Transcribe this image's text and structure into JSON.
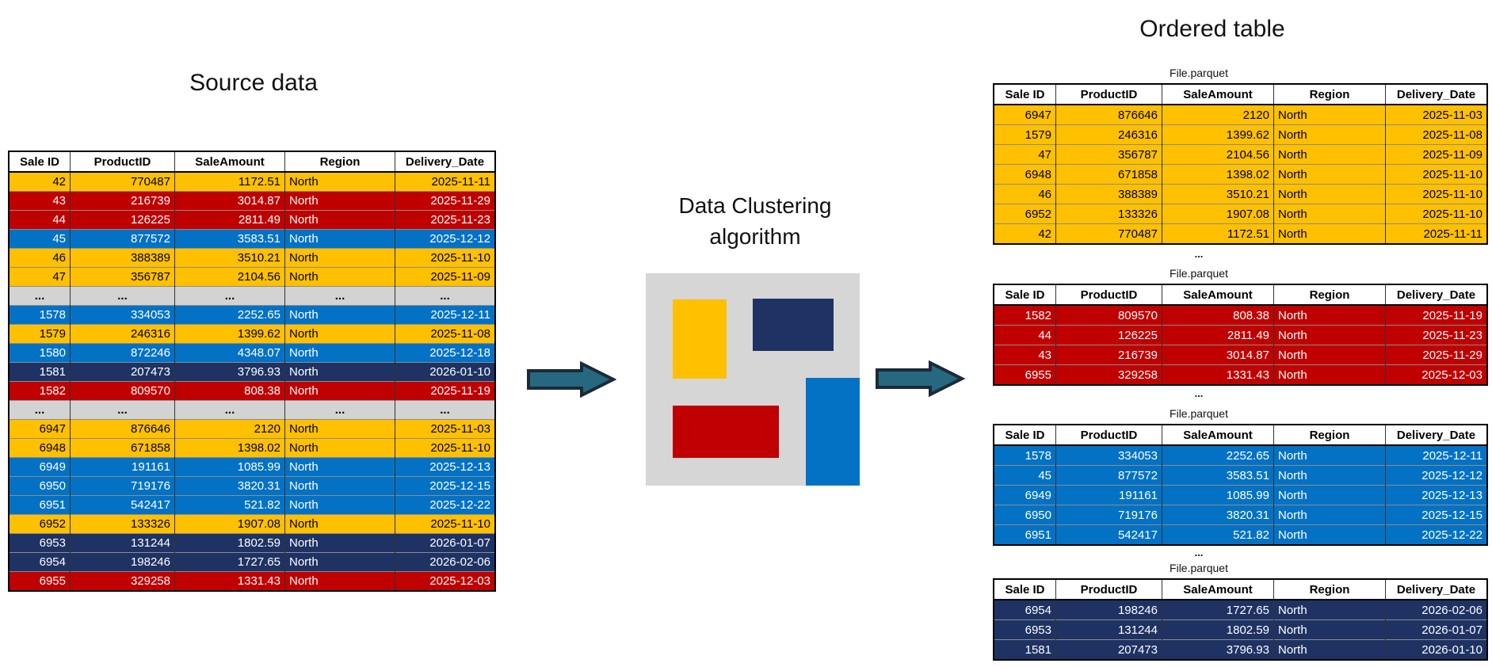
{
  "left": {
    "title": "Source data",
    "columns": [
      "Sale ID",
      "ProductID",
      "SaleAmount",
      "Region",
      "Delivery_Date"
    ],
    "rows": [
      {
        "c": "yellow",
        "v": [
          "42",
          "770487",
          "1172.51",
          "North",
          "2025-11-11"
        ]
      },
      {
        "c": "red",
        "v": [
          "43",
          "216739",
          "3014.87",
          "North",
          "2025-11-29"
        ]
      },
      {
        "c": "red",
        "v": [
          "44",
          "126225",
          "2811.49",
          "North",
          "2025-11-23"
        ]
      },
      {
        "c": "blue",
        "v": [
          "45",
          "877572",
          "3583.51",
          "North",
          "2025-12-12"
        ]
      },
      {
        "c": "yellow",
        "v": [
          "46",
          "388389",
          "3510.21",
          "North",
          "2025-11-10"
        ]
      },
      {
        "c": "yellow",
        "v": [
          "47",
          "356787",
          "2104.56",
          "North",
          "2025-11-09"
        ]
      },
      {
        "c": "gray",
        "v": [
          "...",
          "...",
          "...",
          "...",
          "..."
        ]
      },
      {
        "c": "blue",
        "v": [
          "1578",
          "334053",
          "2252.65",
          "North",
          "2025-12-11"
        ]
      },
      {
        "c": "yellow",
        "v": [
          "1579",
          "246316",
          "1399.62",
          "North",
          "2025-11-08"
        ]
      },
      {
        "c": "blue",
        "v": [
          "1580",
          "872246",
          "4348.07",
          "North",
          "2025-12-18"
        ]
      },
      {
        "c": "navy",
        "v": [
          "1581",
          "207473",
          "3796.93",
          "North",
          "2026-01-10"
        ]
      },
      {
        "c": "red",
        "v": [
          "1582",
          "809570",
          "808.38",
          "North",
          "2025-11-19"
        ]
      },
      {
        "c": "gray",
        "v": [
          "...",
          "...",
          "...",
          "...",
          "..."
        ]
      },
      {
        "c": "yellow",
        "v": [
          "6947",
          "876646",
          "2120",
          "North",
          "2025-11-03"
        ]
      },
      {
        "c": "yellow",
        "v": [
          "6948",
          "671858",
          "1398.02",
          "North",
          "2025-11-10"
        ]
      },
      {
        "c": "blue",
        "v": [
          "6949",
          "191161",
          "1085.99",
          "North",
          "2025-12-13"
        ]
      },
      {
        "c": "blue",
        "v": [
          "6950",
          "719176",
          "3820.31",
          "North",
          "2025-12-15"
        ]
      },
      {
        "c": "blue",
        "v": [
          "6951",
          "542417",
          "521.82",
          "North",
          "2025-12-22"
        ]
      },
      {
        "c": "yellow",
        "v": [
          "6952",
          "133326",
          "1907.08",
          "North",
          "2025-11-10"
        ]
      },
      {
        "c": "navy",
        "v": [
          "6953",
          "131244",
          "1802.59",
          "North",
          "2026-01-07"
        ]
      },
      {
        "c": "navy",
        "v": [
          "6954",
          "198246",
          "1727.65",
          "North",
          "2026-02-06"
        ]
      },
      {
        "c": "red",
        "v": [
          "6955",
          "329258",
          "1331.43",
          "North",
          "2025-12-03"
        ]
      }
    ]
  },
  "middle": {
    "title_line1": "Data Clustering",
    "title_line2": "algorithm"
  },
  "right": {
    "title": "Ordered table",
    "file_label": "File.parquet",
    "ellipsis": "...",
    "columns": [
      "Sale ID",
      "ProductID",
      "SaleAmount",
      "Region",
      "Delivery_Date"
    ],
    "tables": [
      {
        "cluster": "yellow",
        "rows": [
          {
            "c": "yellow",
            "v": [
              "6947",
              "876646",
              "2120",
              "North",
              "2025-11-03"
            ]
          },
          {
            "c": "yellow",
            "v": [
              "1579",
              "246316",
              "1399.62",
              "North",
              "2025-11-08"
            ]
          },
          {
            "c": "yellow",
            "v": [
              "47",
              "356787",
              "2104.56",
              "North",
              "2025-11-09"
            ]
          },
          {
            "c": "yellow",
            "v": [
              "6948",
              "671858",
              "1398.02",
              "North",
              "2025-11-10"
            ]
          },
          {
            "c": "yellow",
            "v": [
              "46",
              "388389",
              "3510.21",
              "North",
              "2025-11-10"
            ]
          },
          {
            "c": "yellow",
            "v": [
              "6952",
              "133326",
              "1907.08",
              "North",
              "2025-11-10"
            ]
          },
          {
            "c": "yellow",
            "v": [
              "42",
              "770487",
              "1172.51",
              "North",
              "2025-11-11"
            ]
          }
        ]
      },
      {
        "cluster": "red",
        "rows": [
          {
            "c": "red",
            "v": [
              "1582",
              "809570",
              "808.38",
              "North",
              "2025-11-19"
            ]
          },
          {
            "c": "red",
            "v": [
              "44",
              "126225",
              "2811.49",
              "North",
              "2025-11-23"
            ]
          },
          {
            "c": "red",
            "v": [
              "43",
              "216739",
              "3014.87",
              "North",
              "2025-11-29"
            ]
          },
          {
            "c": "red",
            "v": [
              "6955",
              "329258",
              "1331.43",
              "North",
              "2025-12-03"
            ]
          }
        ]
      },
      {
        "cluster": "blue",
        "rows": [
          {
            "c": "blue",
            "v": [
              "1578",
              "334053",
              "2252.65",
              "North",
              "2025-12-11"
            ]
          },
          {
            "c": "blue",
            "v": [
              "45",
              "877572",
              "3583.51",
              "North",
              "2025-12-12"
            ]
          },
          {
            "c": "blue",
            "v": [
              "6949",
              "191161",
              "1085.99",
              "North",
              "2025-12-13"
            ]
          },
          {
            "c": "blue",
            "v": [
              "6950",
              "719176",
              "3820.31",
              "North",
              "2025-12-15"
            ]
          },
          {
            "c": "blue",
            "v": [
              "6951",
              "542417",
              "521.82",
              "North",
              "2025-12-22"
            ]
          }
        ]
      },
      {
        "cluster": "navy",
        "rows": [
          {
            "c": "navy",
            "v": [
              "6954",
              "198246",
              "1727.65",
              "North",
              "2026-02-06"
            ]
          },
          {
            "c": "navy",
            "v": [
              "6953",
              "131244",
              "1802.59",
              "North",
              "2026-01-07"
            ]
          },
          {
            "c": "navy",
            "v": [
              "1581",
              "207473",
              "3796.93",
              "North",
              "2026-01-10"
            ]
          }
        ]
      }
    ]
  },
  "colors": {
    "yellow": "#FFC000",
    "red": "#C00000",
    "blue": "#0372C4",
    "navy": "#1E3263",
    "gray": "#D3D3D3",
    "cluster_bg": "#D6D6D6",
    "arrow_fill": "#26687F",
    "arrow_stroke": "#1B2A38"
  }
}
